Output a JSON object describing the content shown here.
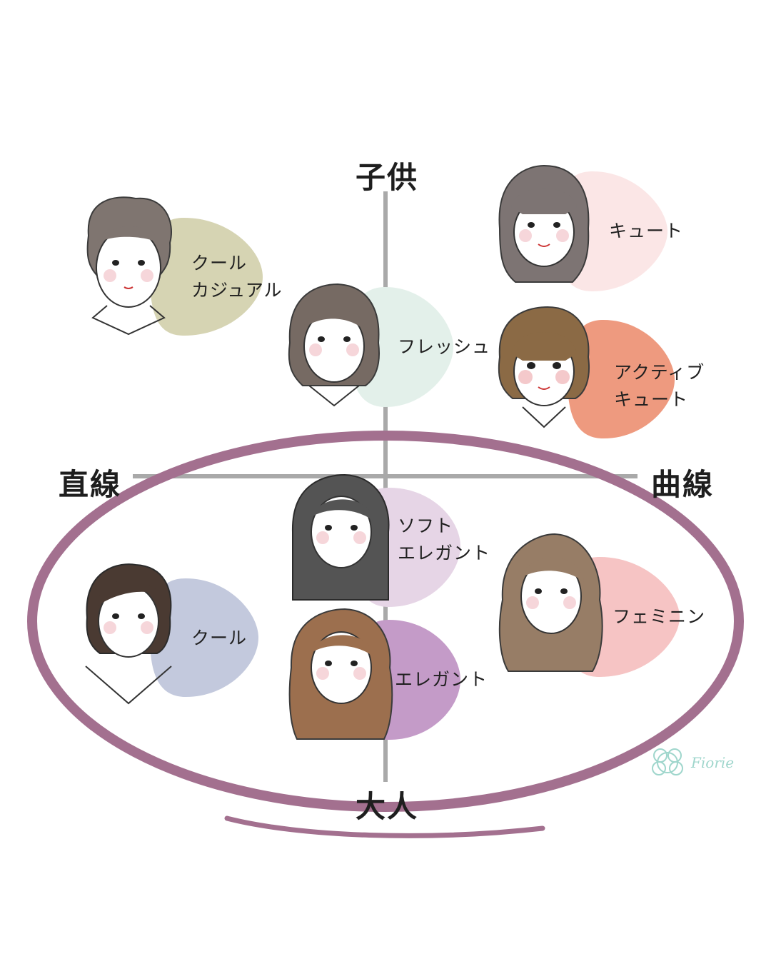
{
  "axes": {
    "top": "子供",
    "bottom": "大人",
    "left": "直線",
    "right": "曲線"
  },
  "types": {
    "cool_casual": {
      "line1": "クール",
      "line2": "カジュアル",
      "color": "#d6d4b3"
    },
    "fresh": {
      "line1": "フレッシュ",
      "color": "#e3f0ea"
    },
    "cute": {
      "line1": "キュート",
      "color": "#fbe6e6"
    },
    "active_cute": {
      "line1": "アクティブ",
      "line2": "キュート",
      "color": "#ee9a7f"
    },
    "soft_elegant": {
      "line1": "ソフト",
      "line2": "エレガント",
      "color": "#e6d5e6"
    },
    "cool": {
      "line1": "クール",
      "color": "#c3c9dd"
    },
    "elegant": {
      "line1": "エレガント",
      "color": "#c49bc8"
    },
    "feminine": {
      "line1": "フェミニン",
      "color": "#f6c4c4"
    }
  },
  "highlight_color": "#a3708f",
  "brand": "Fiorie"
}
